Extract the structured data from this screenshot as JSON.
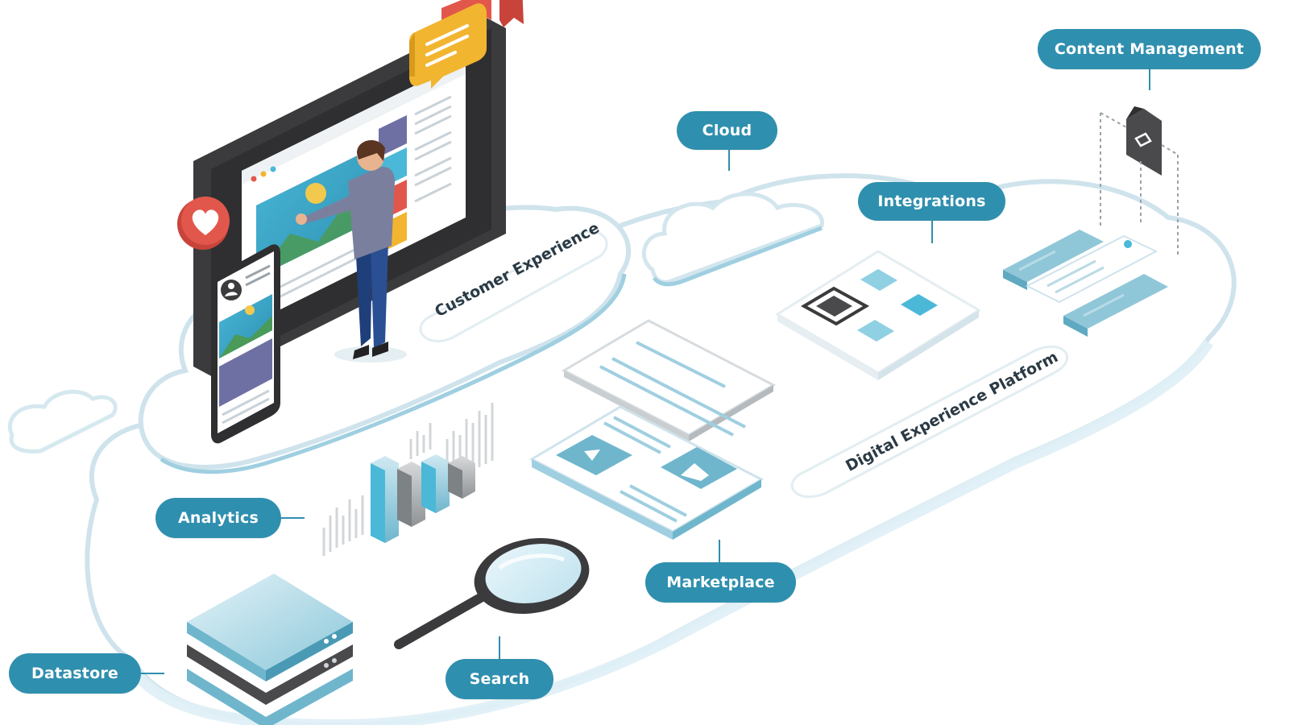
{
  "colors": {
    "accent": "#2f8fae",
    "connector": "#2f8fae",
    "cloud_fill": "#ffffff",
    "cloud_edge": "#cfe3ec",
    "device_dark": "#3b3b3d",
    "heart_red": "#e2574c",
    "chat_yellow": "#f2b530",
    "person_shirt": "#7b7f9e",
    "person_pants": "#1f3f7a"
  },
  "labels": {
    "content_management": "Content Management",
    "cloud": "Cloud",
    "integrations": "Integrations",
    "analytics": "Analytics",
    "marketplace": "Marketplace",
    "datastore": "Datastore",
    "search": "Search"
  },
  "tilted_labels": {
    "customer_experience": "Customer Experience",
    "digital_experience_platform": "Digital Experience Platform"
  },
  "icons": [
    "heart-icon",
    "chat-bubble-icon",
    "flag-icon",
    "user-avatar-icon",
    "bar-chart-icon",
    "magnifier-icon",
    "database-stack-icon",
    "tag-icon",
    "grid-modules-icon",
    "document-icon",
    "image-icon",
    "play-icon"
  ]
}
